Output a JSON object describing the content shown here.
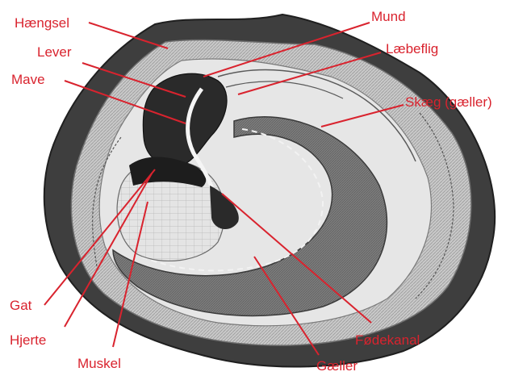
{
  "diagram": {
    "labels": {
      "haengsel": "Hængsel",
      "mund": "Mund",
      "lever": "Lever",
      "laebeflig": "Læbeflig",
      "mave": "Mave",
      "skaeg": "Skæg (gæller)",
      "gat": "Gat",
      "hjerte": "Hjerte",
      "muskel": "Muskel",
      "fodekanal": "Fødekanal",
      "gaeller": "Gæller"
    },
    "colors": {
      "label": "#d9232e",
      "leader": "#d9232e",
      "shell_dark": "#3a3a3a",
      "mantle_light": "#dcdcdc",
      "gill_mid": "#8c8c8c",
      "gut_dark": "#2a2a2a"
    }
  }
}
